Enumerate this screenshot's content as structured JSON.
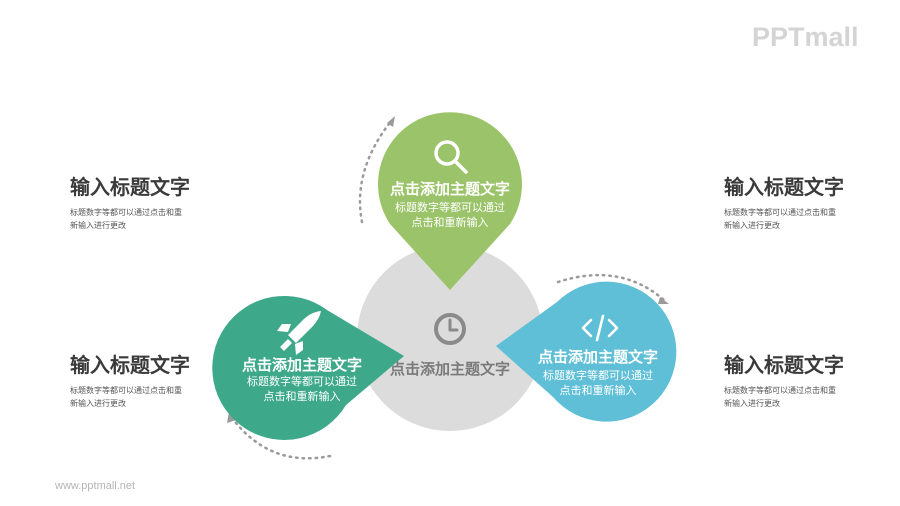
{
  "brand": {
    "logo_text": "PPTmall"
  },
  "footer": {
    "url": "www.pptmall.net"
  },
  "center": {
    "title": "点击添加主题文字",
    "icon": "clock-icon"
  },
  "petals": [
    {
      "title": "点击添加主题文字",
      "desc_line1": "标题数字等都可以通过",
      "desc_line2": "点击和重新输入",
      "color": "#9bc46a",
      "icon": "search-icon"
    },
    {
      "title": "点击添加主题文字",
      "desc_line1": "标题数字等都可以通过",
      "desc_line2": "点击和重新输入",
      "color": "#3ea98a",
      "icon": "rocket-icon"
    },
    {
      "title": "点击添加主题文字",
      "desc_line1": "标题数字等都可以通过",
      "desc_line2": "点击和重新输入",
      "color": "#5ebfd7",
      "icon": "code-icon"
    }
  ],
  "side_blocks": [
    {
      "title": "输入标题文字",
      "desc_line1": "标题数字等都可以通过点击和重",
      "desc_line2": "新输入进行更改"
    },
    {
      "title": "输入标题文字",
      "desc_line1": "标题数字等都可以通过点击和重",
      "desc_line2": "新输入进行更改"
    },
    {
      "title": "输入标题文字",
      "desc_line1": "标题数字等都可以通过点击和重",
      "desc_line2": "新输入进行更改"
    },
    {
      "title": "输入标题文字",
      "desc_line1": "标题数字等都可以通过点击和重",
      "desc_line2": "新输入进行更改"
    }
  ]
}
